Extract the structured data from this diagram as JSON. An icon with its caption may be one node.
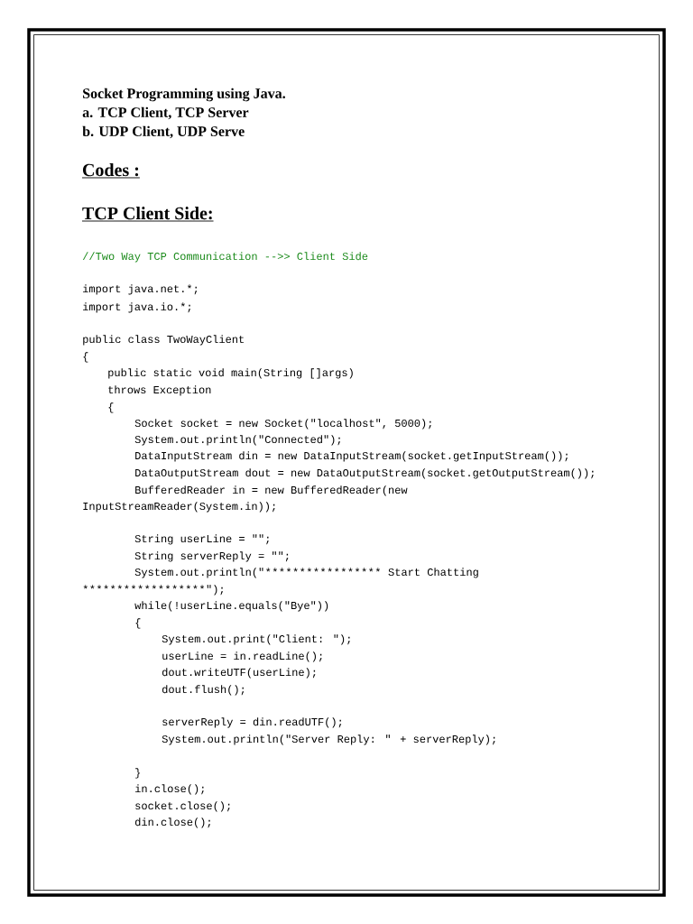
{
  "diagram": {
    "title": "Socket Programming using Java.",
    "labels": [
      "a. TCP Client, TCP Server",
      "b. UDP Client, UDP Serve",
      "Codes :",
      "TCP Client Side:",
      "//Two Way TCP Communication -->> Client Side",
      "import java.net.*;",
      "import java.io.*;",
      "public class TwoWayClient",
      "{",
      "public static void main(String []args)",
      "throws Exception",
      "{",
      "Socket socket = new Socket(\"localhost\", 5000);",
      "System.out.println(\"Connected\");",
      "DataInputStream din = new DataInputStream(socket.getInputStream());",
      "DataOutputStream dout = new DataOutputStream(socket.getOutputStream());",
      "BufferedReader in = new BufferedReader(new",
      "InputStreamReader(System.in));",
      "String userLine = \"\";",
      "String serverReply = \"\";",
      "System.out.println(\"",
      "*",
      "*",
      "*",
      "*",
      "*",
      "*",
      "*",
      "*",
      "*",
      "*",
      "*",
      "*",
      "*",
      "*",
      "*",
      "*",
      "*",
      "Start Chatting",
      "*",
      "*",
      "*",
      "*",
      "*",
      "*",
      "*",
      "*",
      "*",
      "*",
      "*",
      "*",
      "*",
      "*",
      "*",
      "*",
      "*",
      "*",
      "\");",
      "while(!userLine.equals(\"Bye\"))",
      "{",
      "System.out.print(\"Client: \");",
      "userLine = in.readLine();",
      "dout.writeUTF(userLine);",
      "dout.flush();",
      "serverReply = din.readUTF();",
      "System.out.println(\"Server Reply: \" + serverReply);",
      "}",
      "in.close();",
      "socket.close();",
      "din.close();"
    ]
  }
}
